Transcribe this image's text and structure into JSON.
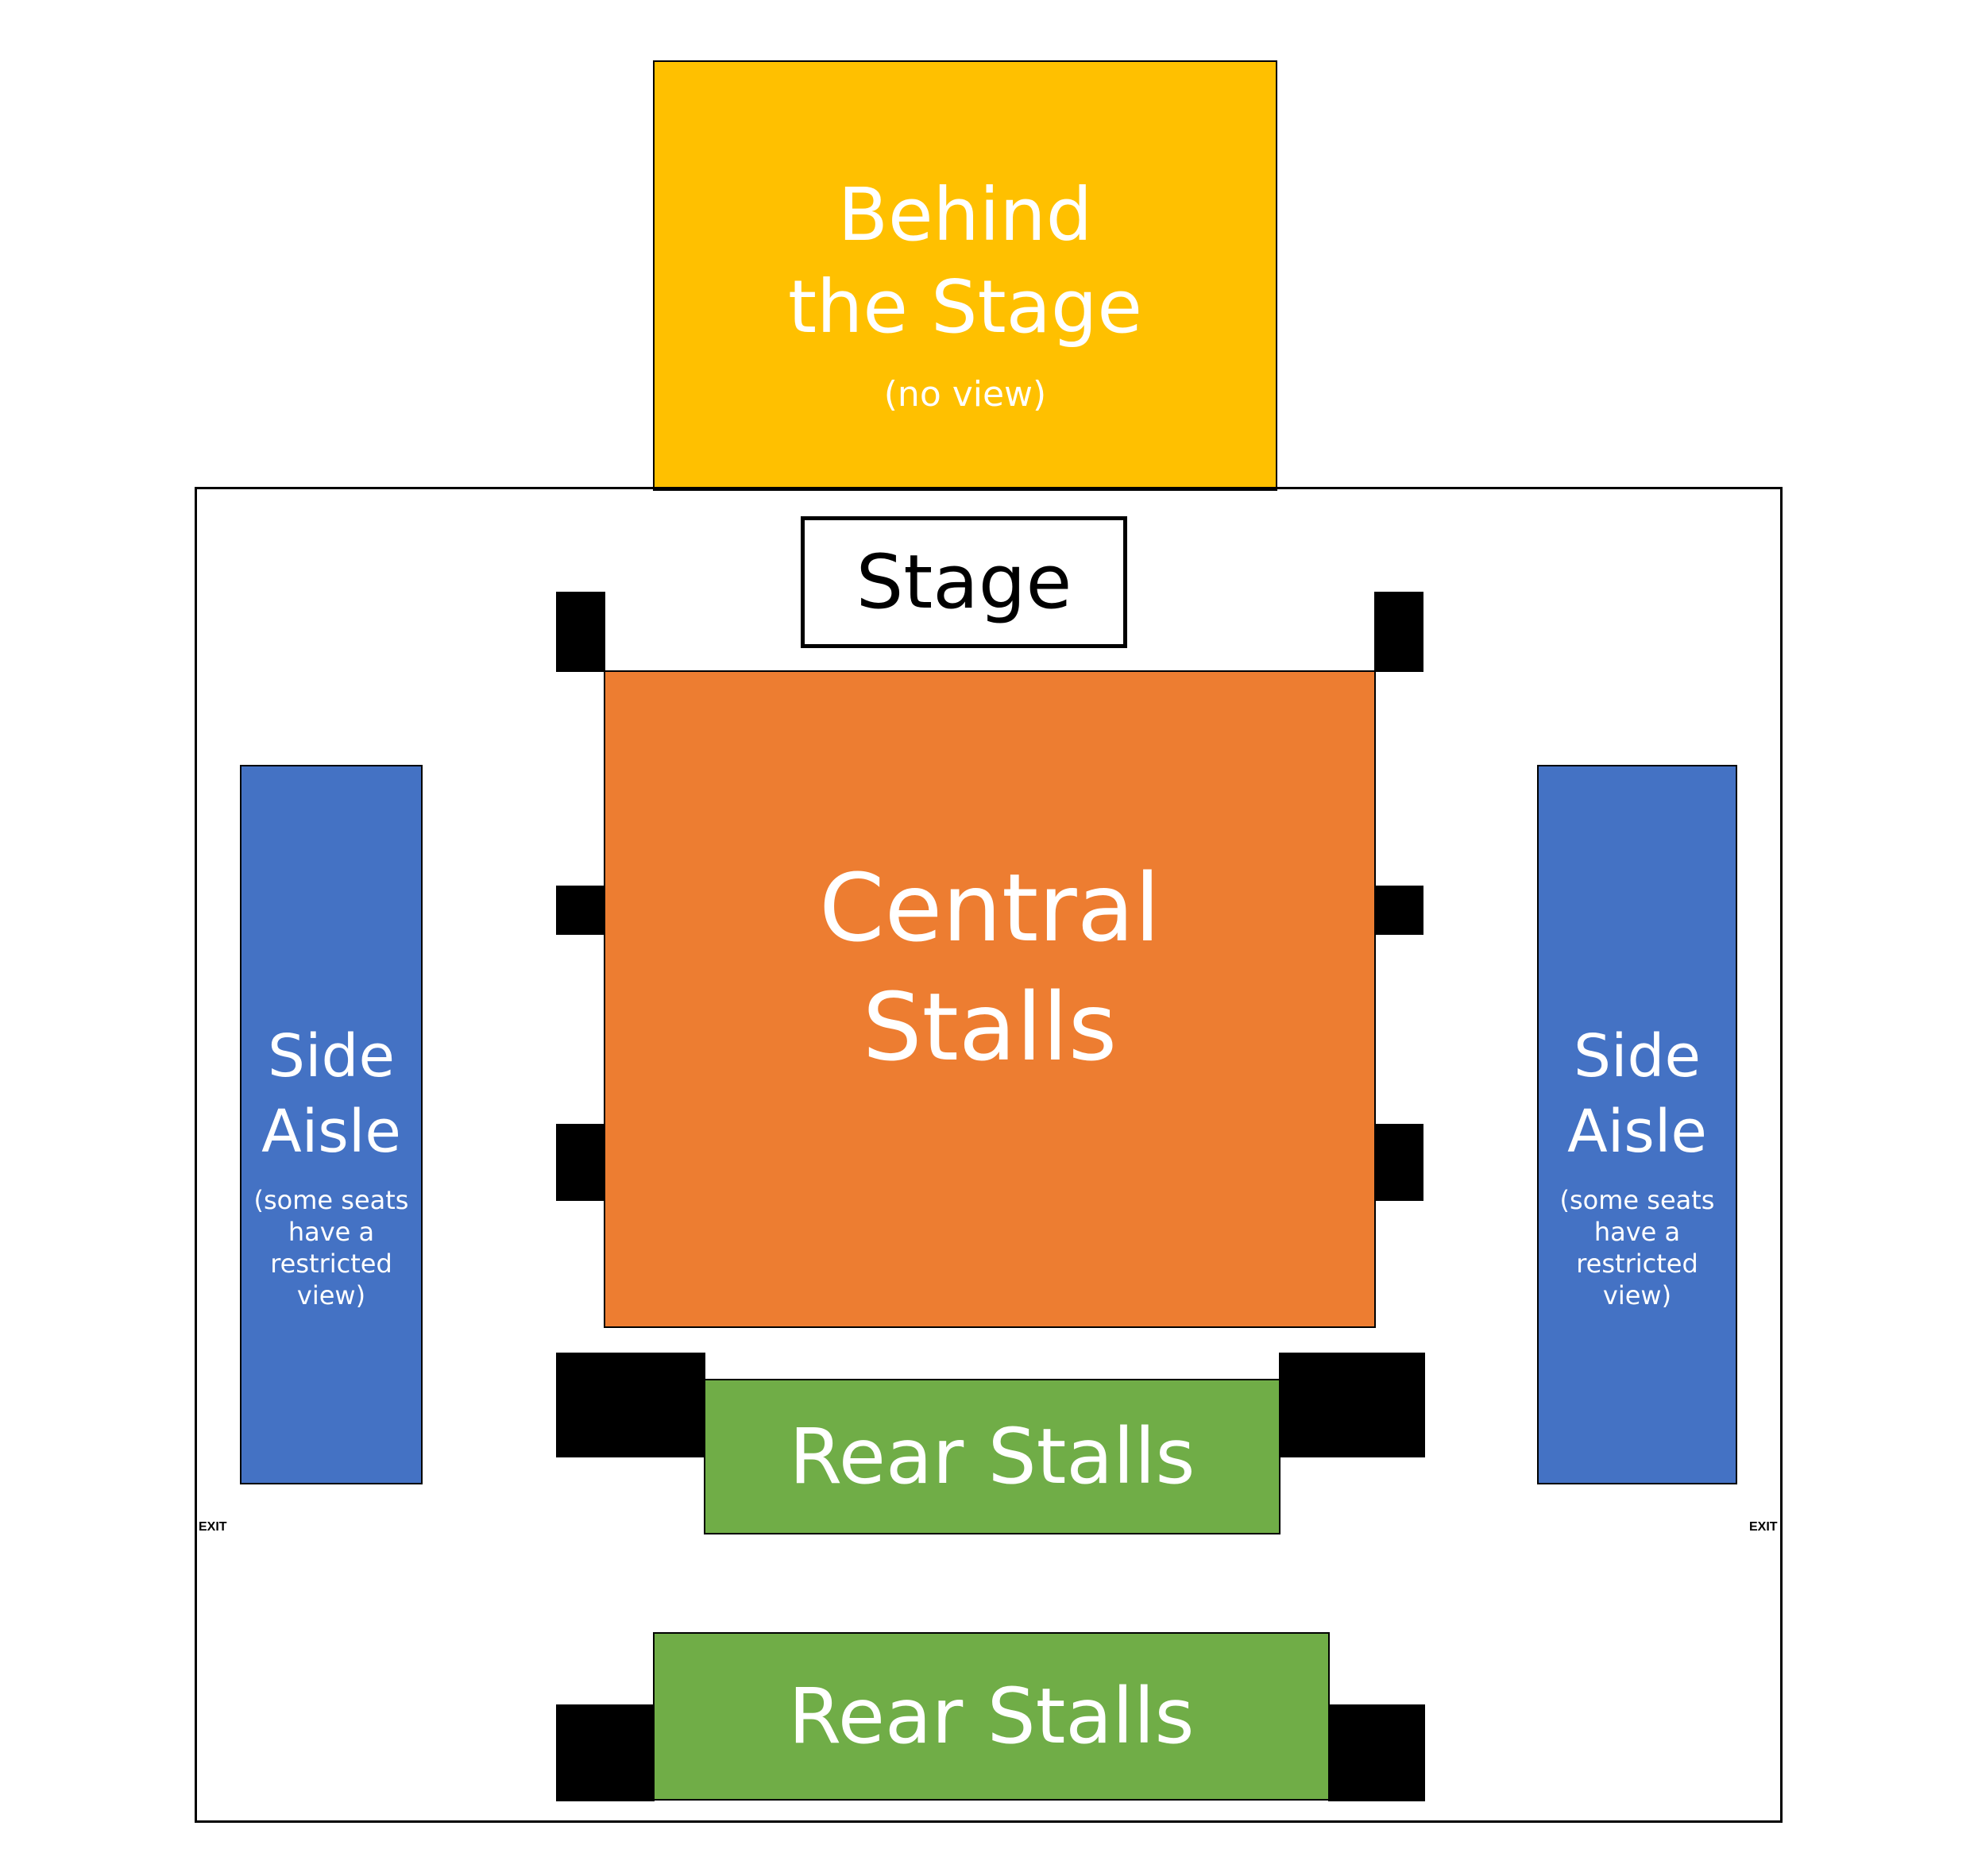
{
  "behind_stage": {
    "line1": "Behind",
    "line2": "the Stage",
    "note": "(no view)",
    "color": "#ffc000"
  },
  "stage": {
    "label": "Stage"
  },
  "central_stalls": {
    "line1": "Central",
    "line2": "Stalls",
    "color": "#ed7d31"
  },
  "side_aisle_left": {
    "line1": "Side",
    "line2": "Aisle",
    "note1": "(some seats",
    "note2": "have a",
    "note3": "restricted",
    "note4": "view)",
    "color": "#4472c4"
  },
  "side_aisle_right": {
    "line1": "Side",
    "line2": "Aisle",
    "note1": "(some seats",
    "note2": "have a",
    "note3": "restricted",
    "note4": "view)",
    "color": "#4472c4"
  },
  "rear_stalls_front": {
    "label": "Rear Stalls",
    "color": "#70ad47"
  },
  "rear_stalls_back": {
    "label": "Rear Stalls",
    "color": "#70ad47"
  },
  "exits": {
    "left": "EXIT",
    "right": "EXIT"
  }
}
